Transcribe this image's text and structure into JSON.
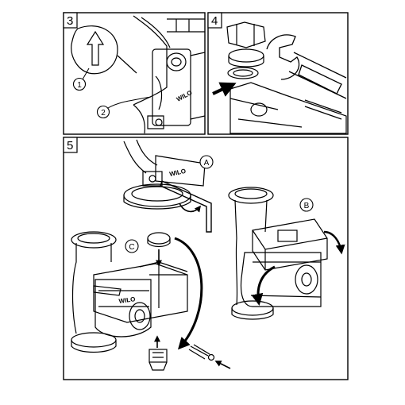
{
  "panels": [
    {
      "number": "3",
      "callouts": [
        "1",
        "2"
      ],
      "brand": "WILO"
    },
    {
      "number": "4"
    },
    {
      "number": "5",
      "views": [
        "A",
        "B",
        "C"
      ],
      "brand": "WILO"
    }
  ],
  "colors": {
    "line": "#000000",
    "background": "#ffffff",
    "shade": "#555555"
  },
  "icons": [
    "spanner-icon",
    "allen-key-icon",
    "rotation-arrow-icon",
    "screw-icon",
    "plug-icon",
    "push-arrow-icon"
  ]
}
